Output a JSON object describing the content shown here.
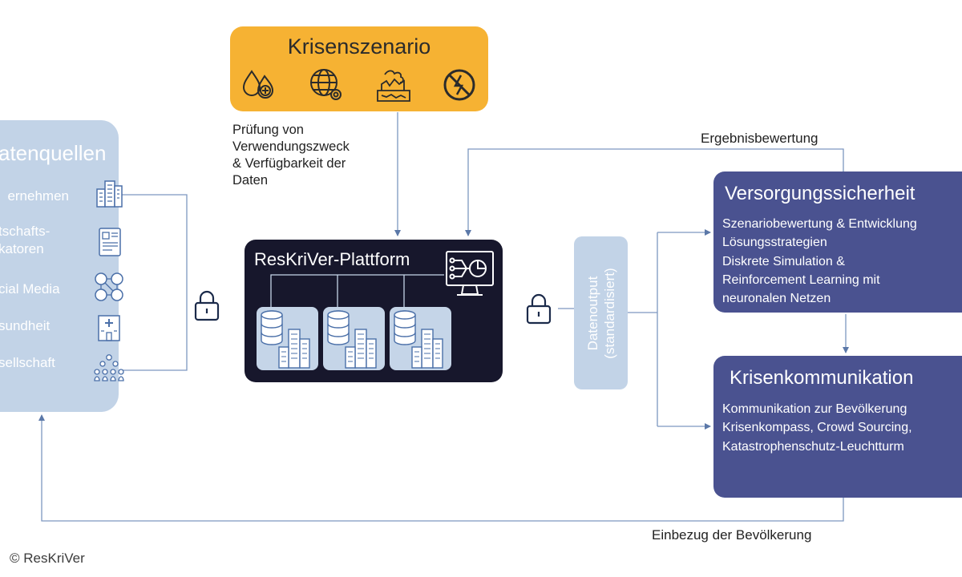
{
  "crisis_scenario": {
    "title": "Krisenszenario",
    "icons": [
      "blood-drop-medical-icon",
      "globe-gear-icon",
      "disaster-hazard-icon",
      "power-outage-icon"
    ]
  },
  "data_check": {
    "lines": [
      "Prüfung von",
      "Verwendungszweck",
      "& Verfügbarkeit der",
      "Daten"
    ]
  },
  "data_sources": {
    "title": "atenquellen",
    "items": [
      {
        "label": "ernehmen",
        "icon": "office-buildings-icon"
      },
      {
        "label": "tschafts-",
        "label2": "katoren",
        "icon": "report-chart-icon"
      },
      {
        "label": "cial Media",
        "icon": "social-network-icon"
      },
      {
        "label": "sundheit",
        "icon": "hospital-icon"
      },
      {
        "label": "sellschaft",
        "icon": "people-group-icon"
      }
    ]
  },
  "platform": {
    "title": "ResKriVer-Plattform"
  },
  "data_output": {
    "line1": "Datenoutput",
    "line2": "(standardisiert)"
  },
  "supply_security": {
    "title": "Versorgungssicherheit",
    "items": [
      "Szenariobewertung & Entwicklung",
      "Lösungsstrategien",
      "Diskrete Simulation &",
      "Reinforcement Learning mit",
      "neuronalen Netzen"
    ]
  },
  "crisis_communication": {
    "title": "Krisenkommunikation",
    "items": [
      "Kommunikation zur Bevölkerung",
      "Krisenkompass, Crowd Sourcing,",
      "Katastrophenschutz-Leuchtturm"
    ]
  },
  "labels": {
    "result_evaluation": "Ergebnisbewertung",
    "population_involvement": "Einbezug der Bevölkerung",
    "copyright": "© ResKriVer"
  },
  "colors": {
    "crisis_box": "#f6b233",
    "sources_box": "#c2d3e7",
    "platform_box": "#17172c",
    "result_boxes": "#4a5290",
    "lines": "#6f8cb8"
  }
}
